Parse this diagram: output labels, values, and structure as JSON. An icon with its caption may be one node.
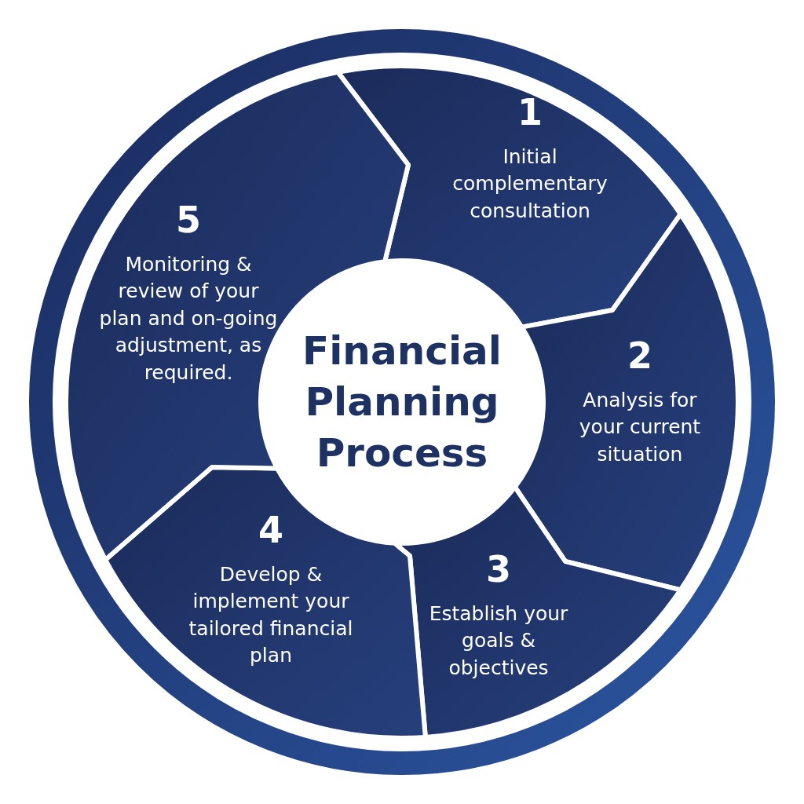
{
  "diagram": {
    "nodes": [
      {
        "text": [
          "Financial Planning Process"
        ]
      },
      {
        "text": [
          "1",
          "Initial complementary consultation"
        ]
      },
      {
        "text": [
          "2",
          "Analysis for your current situation"
        ]
      },
      {
        "text": [
          "3",
          "Establish your goals & objectives"
        ]
      },
      {
        "text": [
          "4",
          "Develop & implement your tailored financial plan"
        ]
      },
      {
        "text": [
          "5",
          "Monitoring & review of your plan and on-going adjustment, as required."
        ]
      }
    ]
  }
}
